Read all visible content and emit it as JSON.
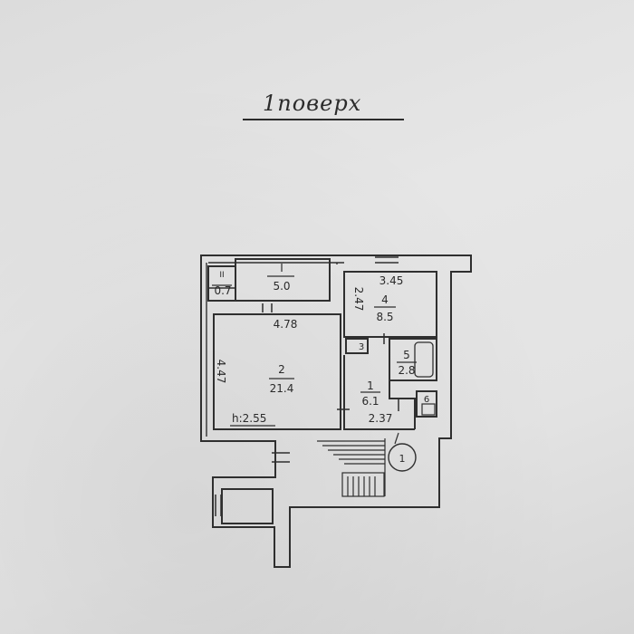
{
  "title": "1поверх",
  "rooms": [
    {
      "number": "I",
      "area": "5.0"
    },
    {
      "number": "II",
      "area": "0.7"
    },
    {
      "number": "2",
      "area": "21.4"
    },
    {
      "number": "4",
      "area": "8.5"
    },
    {
      "number": "5",
      "area": "2.8"
    },
    {
      "number": "1",
      "area": "6.1"
    },
    {
      "number": "3",
      "area": ""
    },
    {
      "number": "6",
      "area": ""
    }
  ],
  "dimensions": {
    "d_478": "4.78",
    "d_447": "4.47",
    "d_345": "3.45",
    "d_247": "2.47",
    "d_237": "2.37"
  },
  "height_label": "h:2.55",
  "stair_marker": "1"
}
